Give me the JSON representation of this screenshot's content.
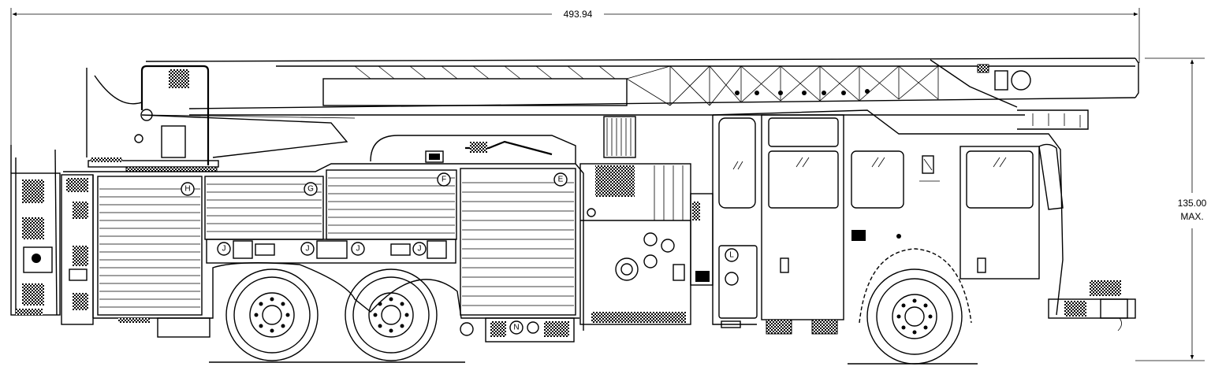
{
  "dimensions": {
    "overall_length": "493.94",
    "overall_height_value": "135.00",
    "overall_height_note": "MAX."
  },
  "compartment_labels": {
    "h": "H",
    "g": "G",
    "f": "F",
    "e": "E",
    "l": "L",
    "n": "N",
    "j1": "J",
    "j2": "J",
    "j3": "J",
    "j4": "J"
  }
}
